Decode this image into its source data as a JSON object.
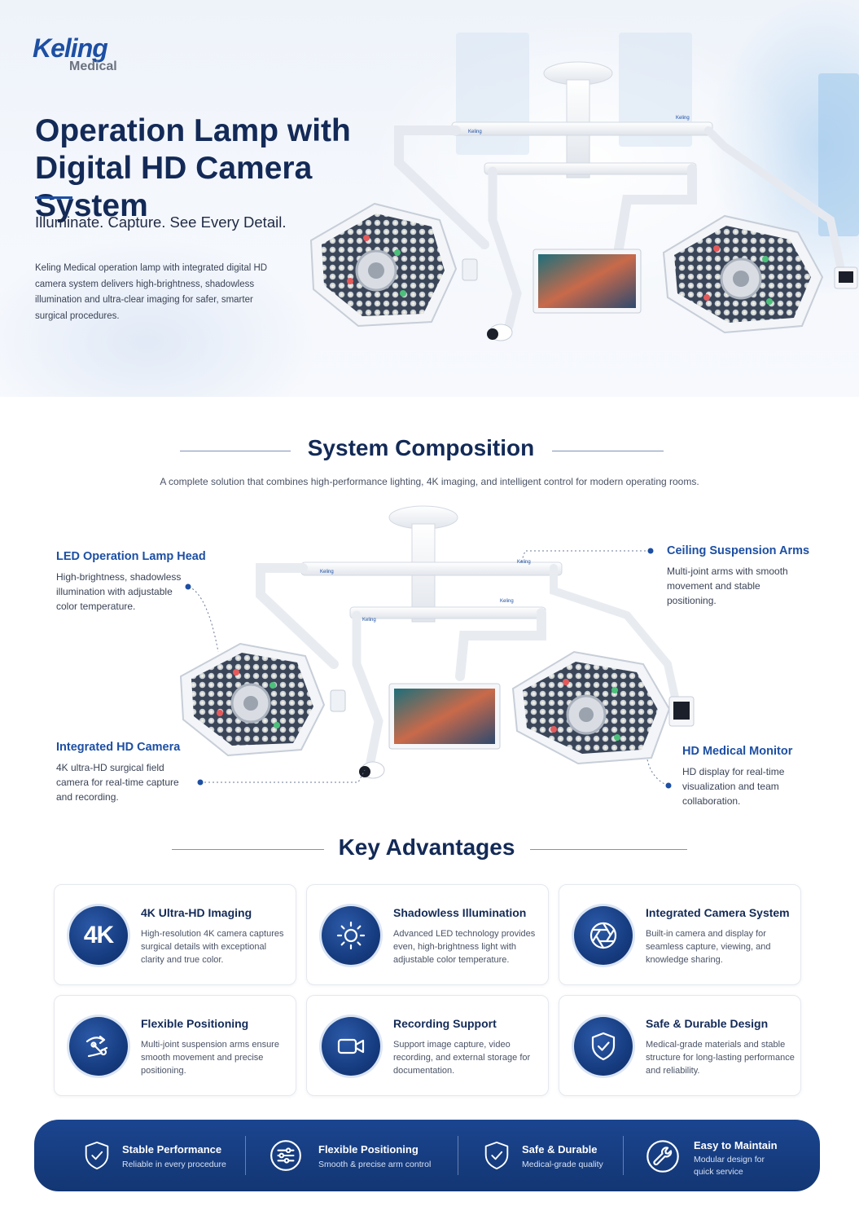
{
  "brand": {
    "logo_word": "Keling",
    "logo_sub": "Medical",
    "lamp_badge": "Keling"
  },
  "hero": {
    "title_line1": "Operation Lamp with",
    "title_line2": "Digital HD Camera System",
    "subtitle": "Illuminate. Capture. See Every Detail.",
    "description": "Keling Medical operation lamp with integrated digital HD camera system delivers high-brightness, shadowless illumination and ultra-clear imaging for safer, smarter surgical procedures."
  },
  "composition": {
    "title": "System Composition",
    "description": "A complete solution that combines high-performance lighting, 4K imaging, and intelligent control for modern operating rooms.",
    "callouts": [
      {
        "title": "LED Operation Lamp Head",
        "text": "High-brightness, shadowless illumination with adjustable color temperature."
      },
      {
        "title": "Ceiling Suspension Arms",
        "text": "Multi-joint arms with smooth movement and stable positioning."
      },
      {
        "title": "Integrated HD Camera",
        "text": "4K ultra-HD surgical field camera for real-time capture and recording."
      },
      {
        "title": "HD Medical Monitor",
        "text": "HD display for real-time visualization and team collaboration."
      }
    ]
  },
  "advantages": {
    "title": "Key Advantages",
    "cards": [
      {
        "icon": "4k-icon",
        "icon_text": "4K",
        "title": "4K Ultra-HD Imaging",
        "text": "High-resolution 4K camera captures surgical details with exceptional clarity and true color."
      },
      {
        "icon": "sun-icon",
        "title": "Shadowless Illumination",
        "text": "Advanced LED technology provides even, high-brightness light with adjustable color temperature."
      },
      {
        "icon": "aperture-icon",
        "title": "Integrated Camera System",
        "text": "Built-in camera and display for seamless capture, viewing, and knowledge sharing."
      },
      {
        "icon": "arm-icon",
        "title": "Flexible Positioning",
        "text": "Multi-joint suspension arms ensure smooth movement and precise positioning."
      },
      {
        "icon": "video-camera-icon",
        "title": "Recording Support",
        "text": "Support image capture, video recording, and external storage for documentation."
      },
      {
        "icon": "shield-check-icon",
        "title": "Safe & Durable Design",
        "text": "Medical-grade materials and stable structure for long-lasting performance and reliability."
      }
    ]
  },
  "footer_bar": [
    {
      "icon": "shield-check-icon",
      "title": "Stable Performance",
      "text": "Reliable in every procedure"
    },
    {
      "icon": "sliders-icon",
      "title": "Flexible Positioning",
      "text": "Smooth & precise arm control"
    },
    {
      "icon": "shield-check-icon",
      "title": "Safe & Durable",
      "text": "Medical-grade quality"
    },
    {
      "icon": "wrench-icon",
      "title": "Easy to Maintain",
      "text": "Modular design for quick service"
    }
  ],
  "colors": {
    "brand_blue": "#1d4fa3",
    "navy": "#132a57",
    "bar_blue": "#1b4590"
  }
}
